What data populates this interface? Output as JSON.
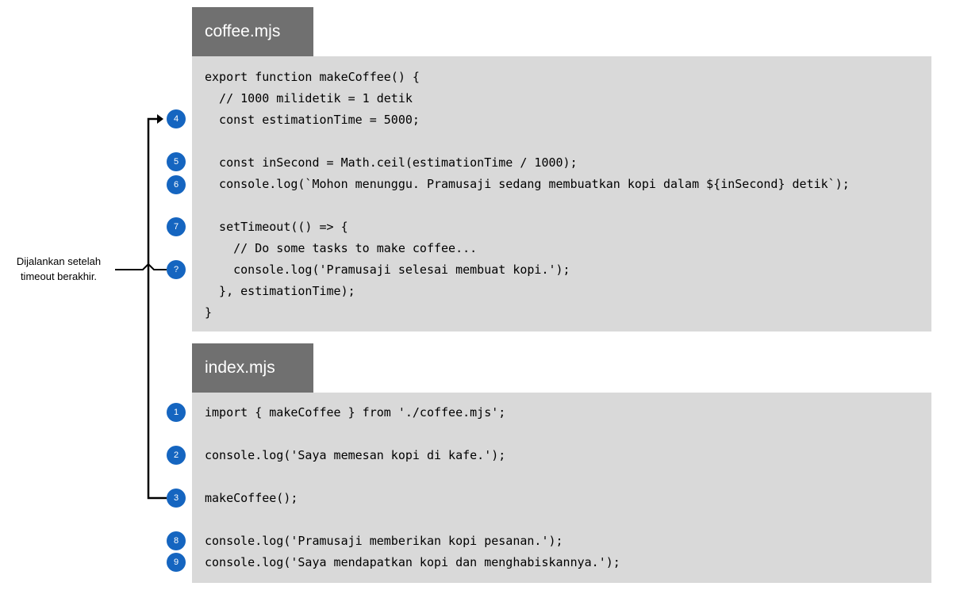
{
  "files": {
    "coffee": {
      "name": "coffee.mjs",
      "lines": [
        "export function makeCoffee() {",
        "  // 1000 milidetik = 1 detik",
        "  const estimationTime = 5000;",
        "",
        "  const inSecond = Math.ceil(estimationTime / 1000);",
        "  console.log(`Mohon menunggu. Pramusaji sedang membuatkan kopi dalam ${inSecond} detik`);",
        "",
        "  setTimeout(() => {",
        "    // Do some tasks to make coffee...",
        "    console.log('Pramusaji selesai membuat kopi.');",
        "  }, estimationTime);",
        "}"
      ]
    },
    "index": {
      "name": "index.mjs",
      "lines": [
        "import { makeCoffee } from './coffee.mjs';",
        "",
        "console.log('Saya memesan kopi di kafe.');",
        "",
        "makeCoffee();",
        "",
        "console.log('Pramusaji memberikan kopi pesanan.');",
        "console.log('Saya mendapatkan kopi dan menghabiskannya.');"
      ]
    }
  },
  "badges": {
    "b4": "4",
    "b5": "5",
    "b6": "6",
    "b7": "7",
    "bq": "?",
    "b1": "1",
    "b2": "2",
    "b3": "3",
    "b8": "8",
    "b9": "9"
  },
  "note": {
    "line1": "Dijalankan setelah",
    "line2": "timeout berakhir."
  },
  "colors": {
    "badge": "#1565c0",
    "tab": "#707070",
    "code_background": "#d9d9d9"
  }
}
